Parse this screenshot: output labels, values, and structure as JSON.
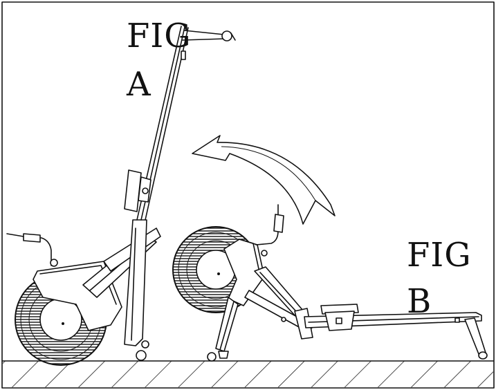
{
  "figure": {
    "fig_a": {
      "word": "FIG",
      "letter": "A"
    },
    "fig_b": {
      "word": "FIG",
      "letter": "B"
    }
  },
  "colors": {
    "ink": "#111111",
    "paper": "#ffffff"
  }
}
